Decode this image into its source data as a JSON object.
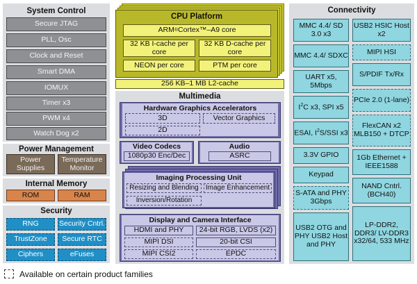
{
  "system_control": {
    "title": "System Control",
    "items": [
      "Secure JTAG",
      "PLL, Osc",
      "Clock and Reset",
      "Smart DMA",
      "IOMUX",
      "Timer x3",
      "PWM x4",
      "Watch Dog x2"
    ]
  },
  "power_management": {
    "title": "Power Management",
    "items": [
      "Power Supplies",
      "Temperature Monitor"
    ]
  },
  "internal_memory": {
    "title": "Internal Memory",
    "items": [
      "ROM",
      "RAM"
    ]
  },
  "security": {
    "title": "Security",
    "items": [
      "RNG",
      "Security Cntrl.",
      "TrustZone",
      "Secure RTC",
      "Ciphers",
      "eFuses"
    ]
  },
  "cpu_platform": {
    "title": "CPU Platform",
    "core_prefix": "ARM",
    "core_reg": "®",
    "core_suffix": " Cortex™–A9 core",
    "icache": "32 KB I-cache per core",
    "dcache": "32 KB D-cache per core",
    "neon": "NEON per core",
    "ptm": "PTM per core",
    "l2": "256 KB–1 MB L2-cache"
  },
  "multimedia": {
    "title": "Multimedia",
    "hga": {
      "title": "Hardware Graphics Accelerators",
      "items": [
        "3D",
        "Vector Graphics",
        "2D"
      ]
    },
    "video": {
      "title": "Video Codecs",
      "item": "1080p30 Enc/Dec"
    },
    "audio": {
      "title": "Audio",
      "item": "ASRC"
    },
    "ipu": {
      "title": "Imaging Processing Unit",
      "items": [
        "Resizing and Blending",
        "Image Enhancement",
        "Inversion/Rotation"
      ]
    },
    "display": {
      "title": "Display and Camera Interface",
      "items": [
        "HDMI and PHY",
        "24-bit RGB, LVDS (x2)",
        "MIPI DSI",
        "20-bit CSI",
        "MIPI CSI2",
        "EPDC"
      ]
    }
  },
  "connectivity": {
    "title": "Connectivity",
    "items": {
      "mmc1": "MMC 4.4/ SD 3.0 x3",
      "usb2_hsic": "USB2 HSIC Host x2",
      "mmc2": "MMC 4.4/ SDXC",
      "mipi_hsi": "MIPI HSI",
      "uart": "UART x5, 5Mbps",
      "spdif": "S/PDIF Tx/Rx",
      "i2c_prefix": "I",
      "i2c_sup": "2",
      "i2c_suffix": "C x3, SPI x5",
      "pcie": "PCIe 2.0 (1-lane)",
      "esai_prefix": "ESAI, I",
      "esai_sup": "2",
      "esai_suffix": "S/SSI x3",
      "flexcan": "FlexCAN x2 MLB150 + DTCP",
      "gpio": "3.3V GPIO",
      "ethernet": "1Gb Ethernet + IEEE1588",
      "keypad": "Keypad",
      "nand": "NAND Cntrl. (BCH40)",
      "sata": "S-ATA and PHY 3Gbps",
      "usb2_otg": "USB2 OTG and PHY USB2 Host and PHY",
      "lpddr": "LP-DDR2, DDR3/ LV-DDR3 x32/64, 533 MHz"
    }
  },
  "legend": {
    "text": "Available on certain product families"
  }
}
